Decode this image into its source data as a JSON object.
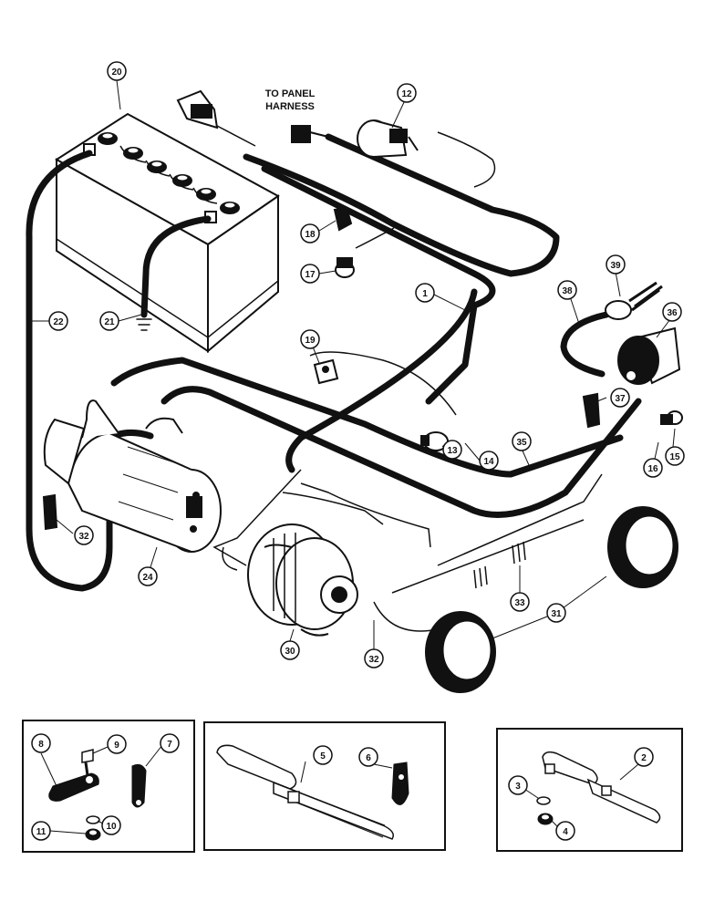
{
  "diagram": {
    "heading": "TO PANEL HARNESS",
    "heading_lines": [
      "TO PANEL",
      "HARNESS"
    ],
    "callouts": [
      "20",
      "12",
      "18",
      "17",
      "1",
      "39",
      "38",
      "36",
      "19",
      "37",
      "14",
      "13",
      "35",
      "15",
      "16",
      "32",
      "24",
      "33",
      "31",
      "30",
      "32",
      "22",
      "21",
      "8",
      "9",
      "7",
      "5",
      "6",
      "2",
      "3",
      "4",
      "10",
      "11"
    ],
    "colors": {
      "ink": "#111111",
      "paper": "#ffffff"
    }
  }
}
